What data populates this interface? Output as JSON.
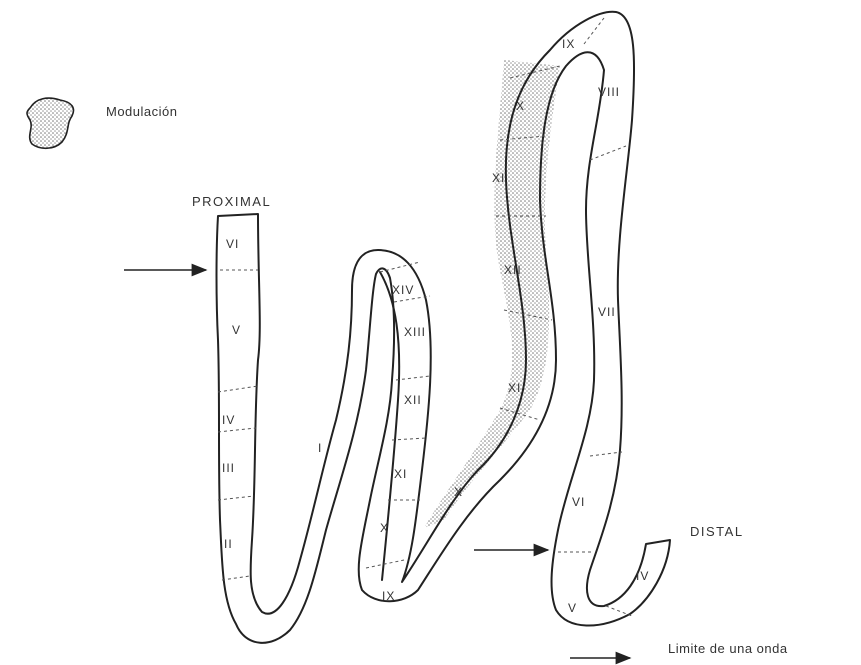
{
  "legend": {
    "modulation_label": "Modulación",
    "wave_limit_label": "Limite de una onda"
  },
  "labels": {
    "proximal": "PROXIMAL",
    "distal": "DISTAL"
  },
  "segments": {
    "s1": {
      "VI": "VI",
      "V": "V",
      "IV": "IV",
      "III": "III",
      "II": "II"
    },
    "s2": {
      "I": "I"
    },
    "s3": {
      "XIV": "XIV",
      "XIII": "XIII",
      "XII": "XII",
      "XI": "XI",
      "X": "X",
      "IX": "IX"
    },
    "s4": {
      "X_top": "X",
      "XI_upper": "XI",
      "XII": "XII",
      "XI_lower": "XI",
      "X_bottom": "X"
    },
    "s5": {
      "IX": "IX",
      "VIII": "VIII",
      "VII": "VII",
      "VI": "VI",
      "V": "V",
      "IV": "IV"
    }
  },
  "colors": {
    "outline": "#222222",
    "stipple": "#8a8a8a"
  }
}
